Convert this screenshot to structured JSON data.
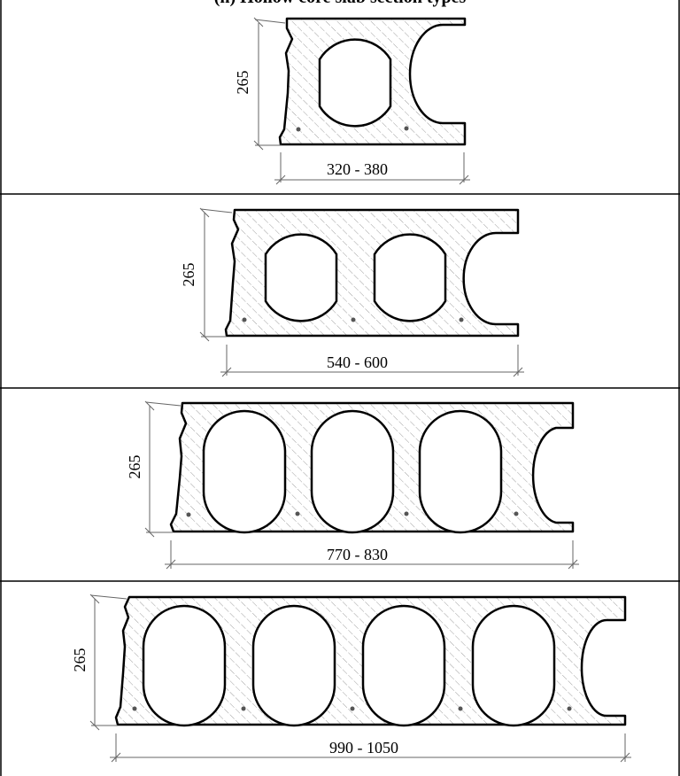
{
  "title": "(h) Hollow core slab section types",
  "sections": [
    {
      "height_label": "265",
      "width_label": "320 - 380",
      "cores": 1,
      "strands": 2
    },
    {
      "height_label": "265",
      "width_label": "540 - 600",
      "cores": 2,
      "strands": 3
    },
    {
      "height_label": "265",
      "width_label": "770 - 830",
      "cores": 3,
      "strands": 4
    },
    {
      "height_label": "265",
      "width_label": "990 - 1050",
      "cores": 4,
      "strands": 5
    }
  ],
  "colors": {
    "line": "#000000",
    "hatch": "#888888",
    "fill": "#ffffff"
  }
}
